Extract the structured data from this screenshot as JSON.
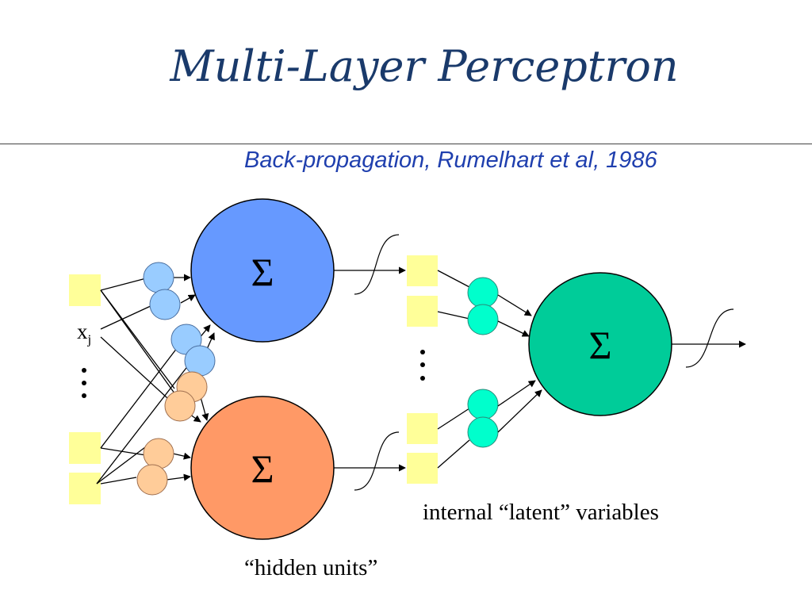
{
  "title": "Multi-Layer Perceptron",
  "subtitle": "Back-propagation, Rumelhart et al, 1986",
  "input_label": {
    "main": "x",
    "sub": "j"
  },
  "sum_symbol": "Σ",
  "captions": {
    "latent": "internal “latent” variables",
    "hidden": "“hidden units”"
  },
  "colors": {
    "title": "#1a3a6b",
    "subtitle": "#1f3fae",
    "input_box": "#ffff99",
    "hidden_unit_1": "#6699ff",
    "hidden_unit_1_weight": "#99ccff",
    "hidden_unit_2": "#ff9966",
    "hidden_unit_2_weight": "#ffcc99",
    "output_unit": "#00cc99",
    "output_weight": "#00ffcc"
  }
}
